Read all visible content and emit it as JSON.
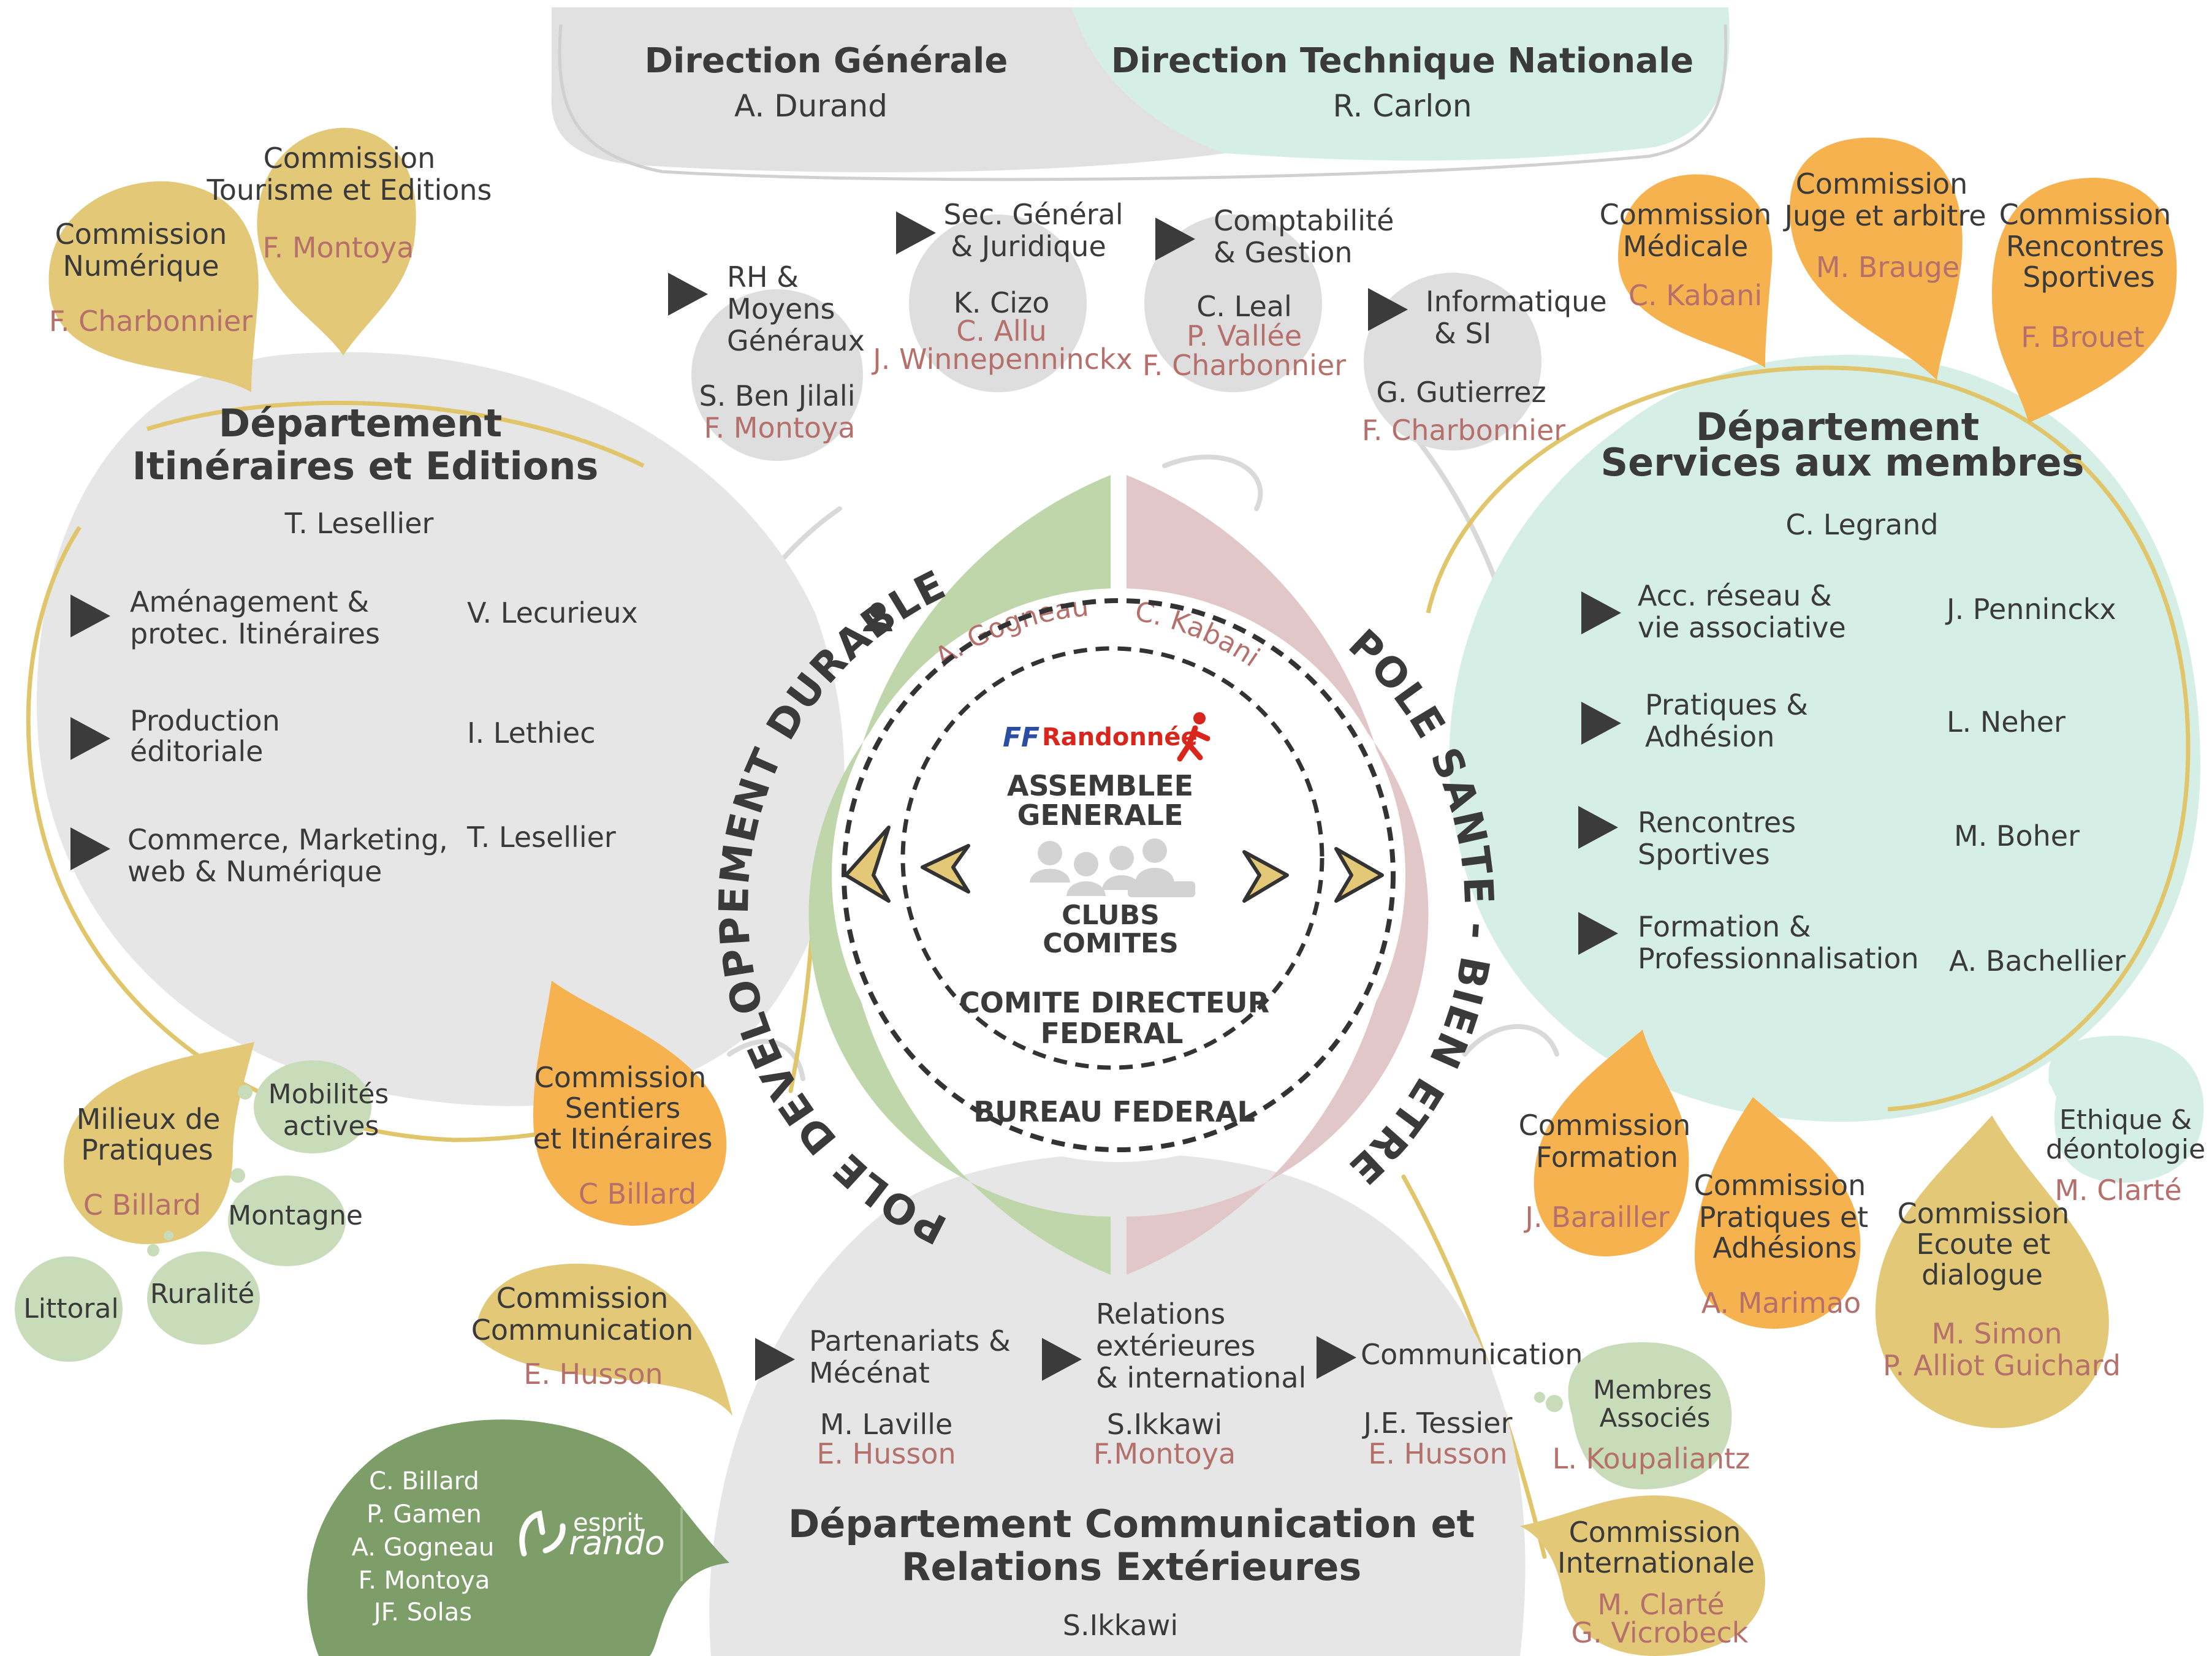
{
  "colors": {
    "gray_bubble": "#e6e6e6",
    "mint": "#d6efe6",
    "yellow": "#e2c877",
    "orange": "#f6b24e",
    "green_light": "#c8dcba",
    "green_dark": "#7d9e68",
    "pole_green": "#bfd6aa",
    "pole_pink": "#e2c7c8",
    "name_red": "#b5706c",
    "gold_line": "#e0c56a"
  },
  "top": {
    "dg_title": "Direction Générale",
    "dg_name": "A. Durand",
    "dtn_title": "Direction Technique Nationale",
    "dtn_name": "R. Carlon"
  },
  "services": {
    "rh": {
      "l1": "RH &",
      "l2": "Moyens",
      "l3": "Généraux",
      "n1": "S. Ben Jilali",
      "n2": "F. Montoya"
    },
    "sec": {
      "l1": "Sec. Général",
      "l2": "& Juridique",
      "n1": "K. Cizo",
      "n2": "C. Allu",
      "n3": "J. Winnepenninckx"
    },
    "compta": {
      "l1": "Comptabilité",
      "l2": "& Gestion",
      "n1": "C. Leal",
      "n2": "P. Vallée",
      "n3": "F. Charbonnier"
    },
    "info": {
      "l1": "Informatique",
      "l2": "& SI",
      "n1": "G. Gutierrez",
      "n2": "F. Charbonnier"
    }
  },
  "dept_itineraires": {
    "t1": "Département",
    "t2": "Itinéraires et Editions",
    "head": "T. Lesellier",
    "rows": [
      {
        "l1": "Aménagement &",
        "l2": "protec. Itinéraires",
        "name": "V. Lecurieux"
      },
      {
        "l1": "Production",
        "l2": "éditoriale",
        "name": "I. Lethiec"
      },
      {
        "l1": "Commerce, Marketing,",
        "l2": "web & Numérique",
        "name": "T. Lesellier"
      }
    ]
  },
  "dept_services": {
    "t1": "Département",
    "t2": "Services aux membres",
    "head": "C. Legrand",
    "rows": [
      {
        "l1": "Acc. réseau &",
        "l2": "vie associative",
        "name": "J. Penninckx"
      },
      {
        "l1": "Pratiques &",
        "l2": "Adhésion",
        "name": "L. Neher"
      },
      {
        "l1": "Rencontres",
        "l2": "Sportives",
        "name": "M. Boher"
      },
      {
        "l1": "Formation &",
        "l2": "Professionnalisation",
        "name": "A. Bachellier"
      }
    ]
  },
  "dept_comm": {
    "t1": "Département Communication et",
    "t2": "Relations Extérieures",
    "head": "S.Ikkawi",
    "cols": [
      {
        "l1": "Partenariats &",
        "l2": "Mécénat",
        "n1": "M. Laville",
        "n2": "E. Husson"
      },
      {
        "l1": "Relations",
        "l2": "extérieures",
        "l3": "& international",
        "n1": "S.Ikkawi",
        "n2": "F.Montoya"
      },
      {
        "l1": "Communication",
        "n1": "J.E. Tessier",
        "n2": "E. Husson"
      }
    ]
  },
  "commissions": {
    "numerique": {
      "l1": "Commission",
      "l2": "Numérique",
      "n1": "F. Charbonnier"
    },
    "tourisme": {
      "l1": "Commission",
      "l2": "Tourisme et Editions",
      "n1": "F. Montoya"
    },
    "medicale": {
      "l1": "Commission",
      "l2": "Médicale",
      "n1": "C. Kabani"
    },
    "juge": {
      "l1": "Commission",
      "l2": "Juge et arbitre",
      "n1": "M. Brauge"
    },
    "rencontres": {
      "l1": "Commission",
      "l2": "Rencontres",
      "l3": "Sportives",
      "n1": "F. Brouet"
    },
    "sentiers": {
      "l1": "Commission",
      "l2": "Sentiers",
      "l3": "et Itinéraires",
      "n1": "C Billard"
    },
    "milieux": {
      "l1": "Milieux de",
      "l2": "Pratiques",
      "n1": "C Billard"
    },
    "communication": {
      "l1": "Commission",
      "l2": "Communication",
      "n1": "E. Husson"
    },
    "formation": {
      "l1": "Commission",
      "l2": "Formation",
      "n1": "J. Barailler"
    },
    "pratiques": {
      "l1": "Commission",
      "l2": "Pratiques et",
      "l3": "Adhésions",
      "n1": "A. Marimao"
    },
    "ecoute": {
      "l1": "Commission",
      "l2": "Ecoute et",
      "l3": "dialogue",
      "n1": "M. Simon",
      "n2": "P. Alliot Guichard"
    },
    "ethique": {
      "l1": "Ethique &",
      "l2": "déontologie",
      "n1": "M. Clarté"
    },
    "membres": {
      "l1": "Membres",
      "l2": "Associés",
      "n1": "L. Koupaliantz"
    },
    "internationale": {
      "l1": "Commission",
      "l2": "Internationale",
      "n1": "M. Clarté",
      "n2": "G. Vicrobeck"
    }
  },
  "small": {
    "mobilites_l1": "Mobilités",
    "mobilites_l2": "actives",
    "montagne": "Montagne",
    "ruralite": "Ruralité",
    "littoral": "Littoral"
  },
  "esprit": {
    "names": [
      "C. Billard",
      "P. Gamen",
      "A. Gogneau",
      "F. Montoya",
      "JF. Solas"
    ],
    "logo_l1": "esprit",
    "logo_l2": "rando"
  },
  "poles": {
    "durable": "POLE DEVELOPPEMENT DURABLE",
    "durable_name": "A. Gogneau",
    "sante": "POLE SANTE - BIEN ETRE",
    "sante_name": "C. Kabani"
  },
  "center": {
    "logo_ff": "FF",
    "logo_rando": "Randonnée",
    "ag_l1": "ASSEMBLEE",
    "ag_l2": "GENERALE",
    "clubs": "CLUBS",
    "comites": "COMITES",
    "cd_l1": "COMITE DIRECTEUR",
    "cd_l2": "FEDERAL",
    "bureau": "BUREAU FEDERAL"
  }
}
